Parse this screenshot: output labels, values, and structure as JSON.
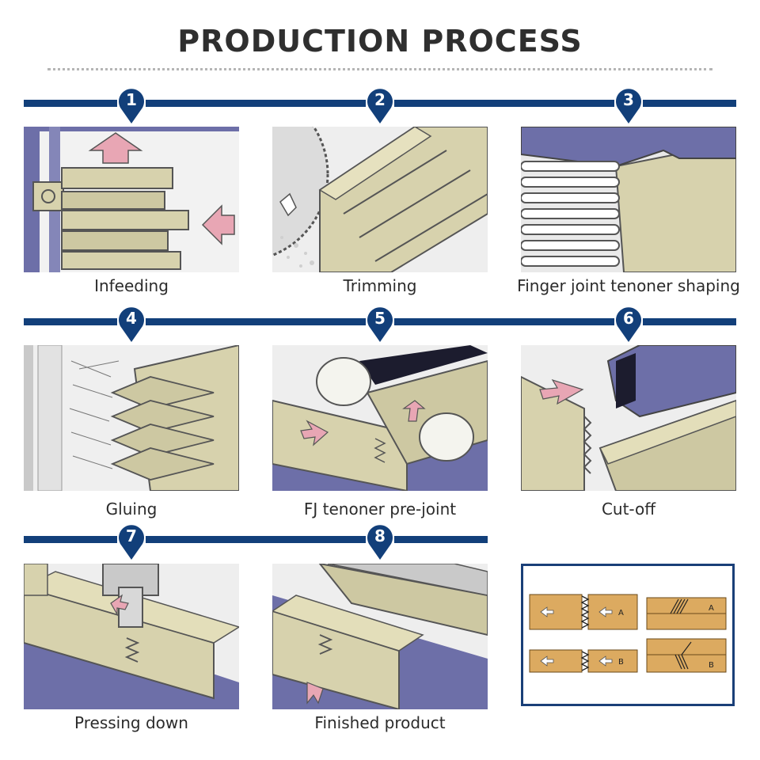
{
  "page": {
    "title": "PRODUCTION PROCESS"
  },
  "colors": {
    "rule": "#123f7a",
    "wood": "#d7d2ad",
    "machine": "#6d6fa8",
    "arrow": "#e8a6b4",
    "ref_wood": "#dcaa60"
  },
  "steps": [
    {
      "number": "1",
      "label": "Infeeding"
    },
    {
      "number": "2",
      "label": "Trimming"
    },
    {
      "number": "3",
      "label": "Finger joint tenoner shaping"
    },
    {
      "number": "4",
      "label": "Gluing"
    },
    {
      "number": "5",
      "label": "FJ tenoner pre-joint"
    },
    {
      "number": "6",
      "label": "Cut-off"
    },
    {
      "number": "7",
      "label": "Pressing down"
    },
    {
      "number": "8",
      "label": "Finished product"
    }
  ],
  "reference": {
    "letter_a": "A",
    "letter_b": "B"
  }
}
